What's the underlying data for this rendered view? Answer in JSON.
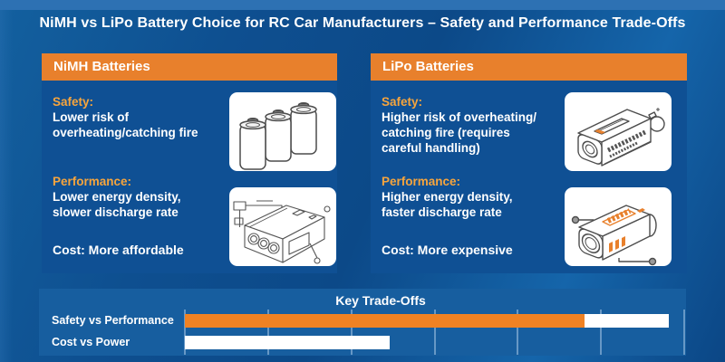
{
  "title": "NiMH vs LiPo Battery Choice for RC Car Manufacturers – Safety and Performance Trade-Offs",
  "colors": {
    "background_blue": "#0c4988",
    "top_band_blue": "#2d71b3",
    "panel_blue": "#0f5094",
    "tradeoffs_panel_blue": "#175e9f",
    "header_orange": "#e8802c",
    "accent_orange": "#f7a53d",
    "bar_orange": "#f08223",
    "white": "#ffffff"
  },
  "panels": [
    {
      "header": "NiMH Batteries",
      "safety_label": "Safety:",
      "safety_lines": [
        "Lower risk of",
        "overheating/catching fire"
      ],
      "performance_label": "Performance:",
      "performance_lines": [
        "Lower energy density,",
        "slower discharge rate"
      ],
      "cost": "Cost: More affordable",
      "illustrations": [
        "nimh-cylindrical-cells-line-drawing",
        "nimh-battery-pack-patent-line-drawing"
      ]
    },
    {
      "header": "LiPo Batteries",
      "safety_label": "Safety:",
      "safety_lines": [
        "Higher risk of overheating/",
        "catching fire (requires",
        "careful handling)"
      ],
      "performance_label": "Performance:",
      "performance_lines": [
        "Higher energy density,",
        "faster discharge rate"
      ],
      "cost": "Cost: More expensive",
      "illustrations": [
        "lipo-pack-with-wire-line-drawing",
        "lipo-pack-charge-indicator-line-drawing"
      ]
    }
  ],
  "chart_data": {
    "type": "bar",
    "orientation": "horizontal",
    "title": "Key Trade-Offs",
    "xlim": [
      0,
      100
    ],
    "unit": "percent of track",
    "gridlines": 7,
    "legend": "none",
    "rows": [
      {
        "label": "Safety vs Performance",
        "key": "safety_vs_performance",
        "segments": [
          {
            "name": "orange",
            "color": "#f08223",
            "value": 80
          },
          {
            "name": "white",
            "color": "#ffffff",
            "value": 17
          }
        ]
      },
      {
        "label": "Cost vs Power",
        "key": "cost_vs_power",
        "segments": [
          {
            "name": "white",
            "color": "#ffffff",
            "value": 41
          }
        ]
      }
    ]
  }
}
